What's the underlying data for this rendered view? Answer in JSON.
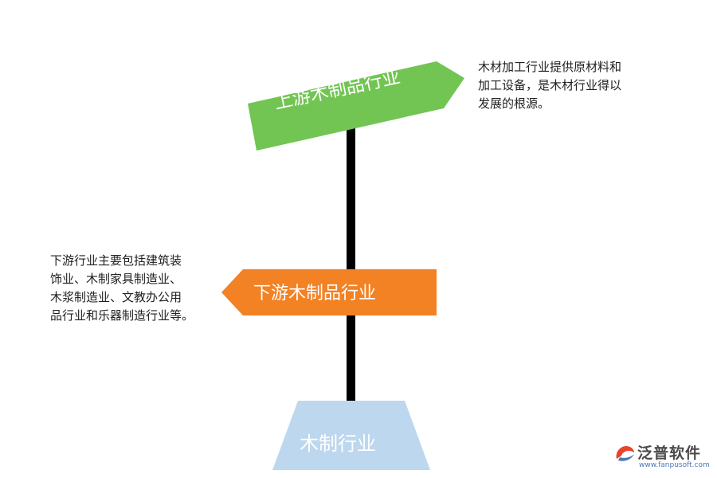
{
  "diagram": {
    "upstream": {
      "label": "上游木制品行业",
      "color": "#72c553",
      "description": [
        "木材加工行业提供原材料和",
        "加工设备，是木材行业得以",
        "发展的根源。"
      ]
    },
    "downstream": {
      "label": "下游木制品行业",
      "color": "#f28224",
      "description": [
        "下游行业主要包括建筑装",
        "饰业、木制家具制造业、",
        "木浆制造业、文教办公用",
        "品行业和乐器制造行业等。"
      ]
    },
    "base": {
      "label": "木制行业",
      "color": "#bdd7ee"
    },
    "pole_color": "#000000"
  },
  "logo": {
    "text": "泛普软件",
    "url": "www.fanpusoft.com",
    "accent": "#e8452c"
  }
}
